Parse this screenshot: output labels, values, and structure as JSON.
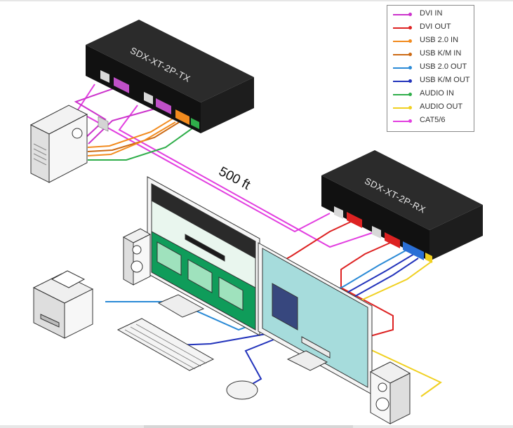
{
  "devices": {
    "tx_label": "SDX-XT-2P-TX",
    "rx_label": "SDX-XT-2P-RX"
  },
  "distance_label": "500 ft",
  "legend": [
    {
      "label": "DVI IN",
      "color": "#cc33cc"
    },
    {
      "label": "DVI OUT",
      "color": "#dd2222"
    },
    {
      "label": "USB 2.0 IN",
      "color": "#f28b1e"
    },
    {
      "label": "USB K/M IN",
      "color": "#cc6a14"
    },
    {
      "label": "USB 2.0 OUT",
      "color": "#2a8ad6"
    },
    {
      "label": "USB K/M OUT",
      "color": "#2233bb"
    },
    {
      "label": "AUDIO IN",
      "color": "#2fae4a"
    },
    {
      "label": "AUDIO OUT",
      "color": "#f0d020"
    },
    {
      "label": "CAT5/6",
      "color": "#e23ee0"
    }
  ],
  "icons": [
    "computer-tower-icon",
    "printer-icon",
    "keyboard-icon",
    "mouse-icon",
    "speaker-icon",
    "monitor-icon"
  ]
}
